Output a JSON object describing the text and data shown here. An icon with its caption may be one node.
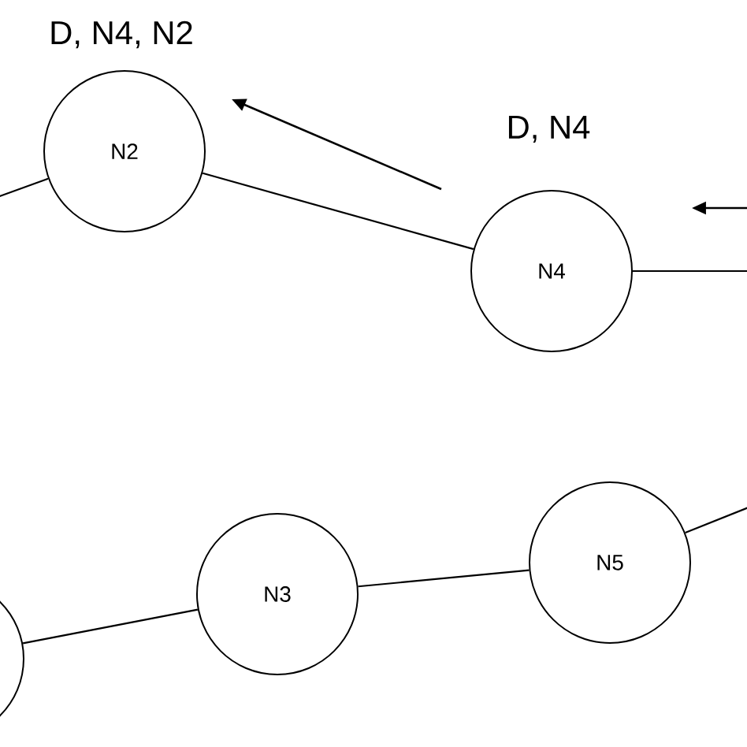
{
  "diagram": {
    "nodes": [
      {
        "text": [
          "N2"
        ]
      },
      {
        "text": [
          "N4"
        ]
      },
      {
        "text": [],
        "shape": "circle"
      },
      {
        "text": [
          "N3"
        ]
      },
      {
        "text": [
          "N5"
        ]
      }
    ],
    "edges": [
      {
        "from": null,
        "to": 0,
        "arrow": "none"
      },
      {
        "from": 0,
        "to": 1,
        "arrow": "none"
      },
      {
        "from": 1,
        "to": null,
        "arrow": "none"
      },
      {
        "from": 2,
        "to": 3,
        "arrow": "none"
      },
      {
        "from": 3,
        "to": 4,
        "arrow": "none"
      },
      {
        "from": 4,
        "to": null,
        "arrow": "none"
      }
    ],
    "labels": [
      "D, N4, N2",
      "D, N4"
    ]
  }
}
